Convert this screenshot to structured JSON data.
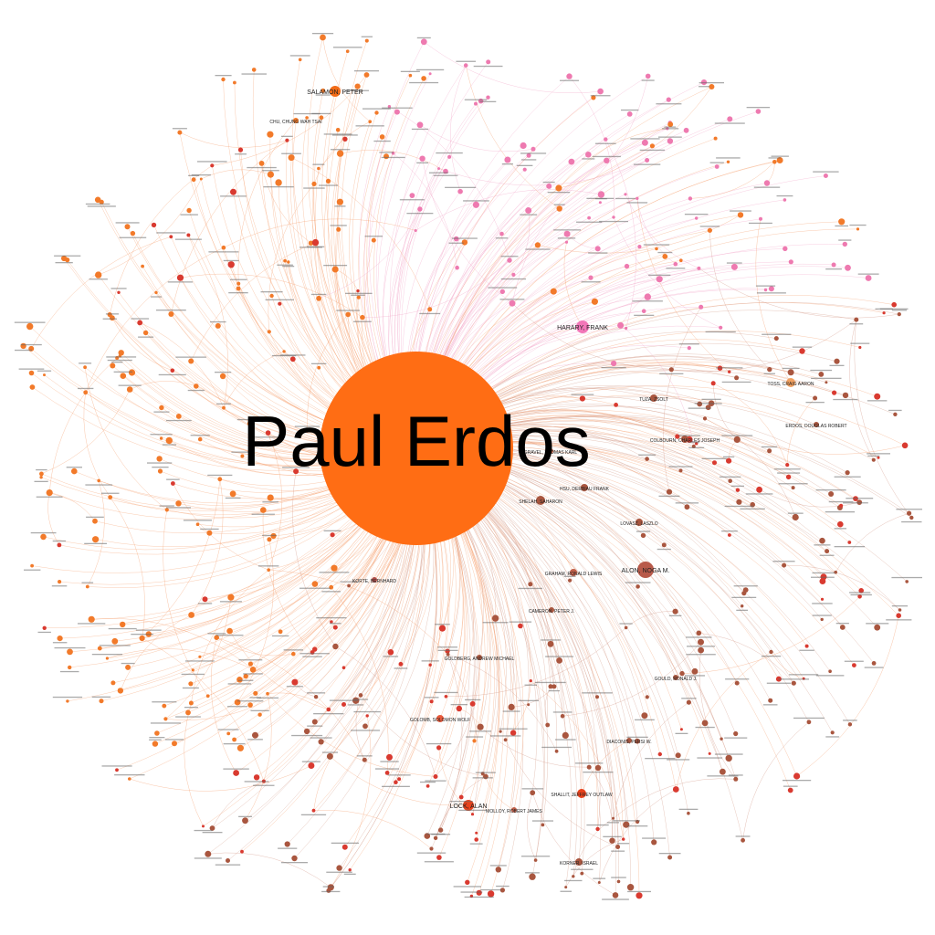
{
  "graph": {
    "center": {
      "label": "Paul Erdos",
      "color": "#ff6d14"
    },
    "labeled_nodes": [
      {
        "label": "HARARY, FRANK",
        "color": "#f277b8"
      },
      {
        "label": "ALON, NOGA M.",
        "color": "#b85a4a"
      },
      {
        "label": "SALAMON, PETER",
        "color": "#f26b16"
      },
      {
        "label": "TUZA, ZSOLT",
        "color": "#a9563f"
      },
      {
        "label": "COLBOURN, CHARLES JOSEPH",
        "color": "#a9563f"
      },
      {
        "label": "SHELAH, SAHARON",
        "color": "#a9563f"
      },
      {
        "label": "HSU, DERBIAU FRANK",
        "color": "#a9563f"
      },
      {
        "label": "GRAHAM, RONALD LEWIS",
        "color": "#c0604a"
      },
      {
        "label": "LOVASZ, LASZLO",
        "color": "#a9563f"
      },
      {
        "label": "KORTE, BERNHARD",
        "color": "#b04e4a"
      },
      {
        "label": "GOLOMB, SOLOMON WOLF",
        "color": "#e85a3c"
      },
      {
        "label": "GOULD, RONALD J.",
        "color": "#a9563f"
      },
      {
        "label": "LOCK, ALAN",
        "color": "#e8421c"
      },
      {
        "label": "SHALLIT, JEFFREY OUTLAW",
        "color": "#e8421c"
      },
      {
        "label": "KORNER, ISRAEL",
        "color": "#a9563f"
      },
      {
        "label": "CAMERON, PETER J.",
        "color": "#a9563f"
      },
      {
        "label": "MOLLOY, ROBERT JAMES",
        "color": "#c0604a"
      },
      {
        "label": "DIACONIS, PERSI W.",
        "color": "#a9563f"
      },
      {
        "label": "GOLDBERG, ANDREW MICHAEL",
        "color": "#a9563f"
      },
      {
        "label": "CHU, CHUNG WAH TSAI",
        "color": "#f27a2a"
      },
      {
        "label": "TOSS, CRAIG AARON",
        "color": "#f2a060"
      },
      {
        "label": "ERDOS, DOUGLAS ROBERT",
        "color": "#a9563f"
      },
      {
        "label": "GRAVEL, THOMAS KARL",
        "color": "#a9563f"
      }
    ],
    "palette": {
      "orange": "#f27a2a",
      "pink": "#ee7ab0",
      "brown": "#a9563f",
      "red": "#d93a30",
      "edge_orange": "#f5a070",
      "edge_pink": "#f2a6c8",
      "edge_brown": "#d49a88"
    }
  }
}
